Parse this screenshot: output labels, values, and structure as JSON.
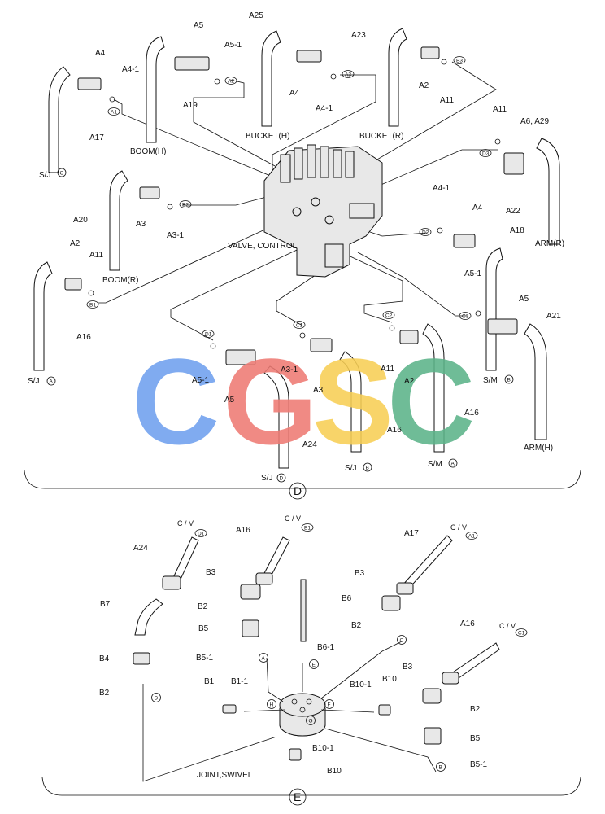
{
  "watermark": {
    "letters": [
      "C",
      "G",
      "S",
      "C"
    ],
    "colors": [
      "#6fa0ef",
      "#ee7b74",
      "#f8cf55",
      "#5cb389"
    ]
  },
  "section_d": {
    "marker": "D",
    "valve_label": "VALVE, CONTROL",
    "labels": {
      "A4_top": "A4",
      "A4_1_top": "A4-1",
      "A5_top": "A5",
      "A5_1_top": "A5-1",
      "A25": "A25",
      "A23": "A23",
      "A17": "A17",
      "A19": "A19",
      "A4_mid": "A4",
      "A4_1_mid": "A4-1",
      "A2_top": "A2",
      "A11_top": "A11",
      "boom_h": "BOOM(H)",
      "bucket_h": "BUCKET(H)",
      "bucket_r": "BUCKET(R)",
      "sj_c": "S/J",
      "A11_r": "A11",
      "A6_A29": "A6, A29",
      "A20": "A20",
      "A3_l": "A3",
      "A3_1_l": "A3-1",
      "A22": "A22",
      "arm_r": "ARM(R)",
      "A4_1_r": "A4-1",
      "A4_r": "A4",
      "A2_l": "A2",
      "A11_l": "A11",
      "boom_r": "BOOM(R)",
      "A18": "A18",
      "A16_l": "A16",
      "A5_1_r": "A5-1",
      "A5_r": "A5",
      "A21": "A21",
      "sj_a": "S/J",
      "sm_b": "S/M",
      "arm_h": "ARM(H)",
      "A5_1_b": "A5-1",
      "A5_b": "A5",
      "A3_1_b": "A3-1",
      "A3_b": "A3",
      "A11_b": "A11",
      "A2_b": "A2",
      "A16_b1": "A16",
      "A16_b2": "A16",
      "A24_b": "A24",
      "sj_d": "S/J",
      "sj_b": "S/J",
      "sm_a": "S/M"
    },
    "tags": {
      "a1": "A1",
      "a2": "A2",
      "a3": "A3",
      "b3": "B3",
      "b2": "B2",
      "b1": "B1",
      "d3": "D3",
      "d2": "D2",
      "c3": "C3",
      "d1": "D1",
      "c1": "C1",
      "c2": "C2",
      "sj_c": "C",
      "sj_a": "A",
      "sm_b": "B",
      "sj_d": "D",
      "sj_b": "B",
      "sm_a": "A"
    }
  },
  "section_e": {
    "marker": "E",
    "joint_label": "JOINT,SWIVEL",
    "labels": {
      "cv1": "C / V",
      "cv2": "C / V",
      "cv3": "C / V",
      "cv4": "C / V",
      "A24": "A24",
      "A16_1": "A16",
      "A17": "A17",
      "A16_2": "A16",
      "B3_1": "B3",
      "B3_2": "B3",
      "B3_3": "B3",
      "B7": "B7",
      "B6": "B6",
      "B2_1": "B2",
      "B2_2": "B2",
      "B2_3": "B2",
      "B2_4": "B2",
      "B5_1": "B5",
      "B5_2": "B5",
      "B4": "B4",
      "B5_1a": "B5-1",
      "B6_1": "B6-1",
      "B1": "B1",
      "B1_1": "B1-1",
      "B10_1a": "B10-1",
      "B10a": "B10",
      "B10_1b": "B10-1",
      "B10b": "B10",
      "B5_1b": "B5-1"
    },
    "tags": {
      "d1": "D1",
      "b1": "B1",
      "a1": "A1",
      "c1": "C1",
      "A": "A",
      "E": "E",
      "C": "C",
      "D": "D",
      "H": "H",
      "F": "F",
      "G": "G",
      "B": "B"
    }
  }
}
